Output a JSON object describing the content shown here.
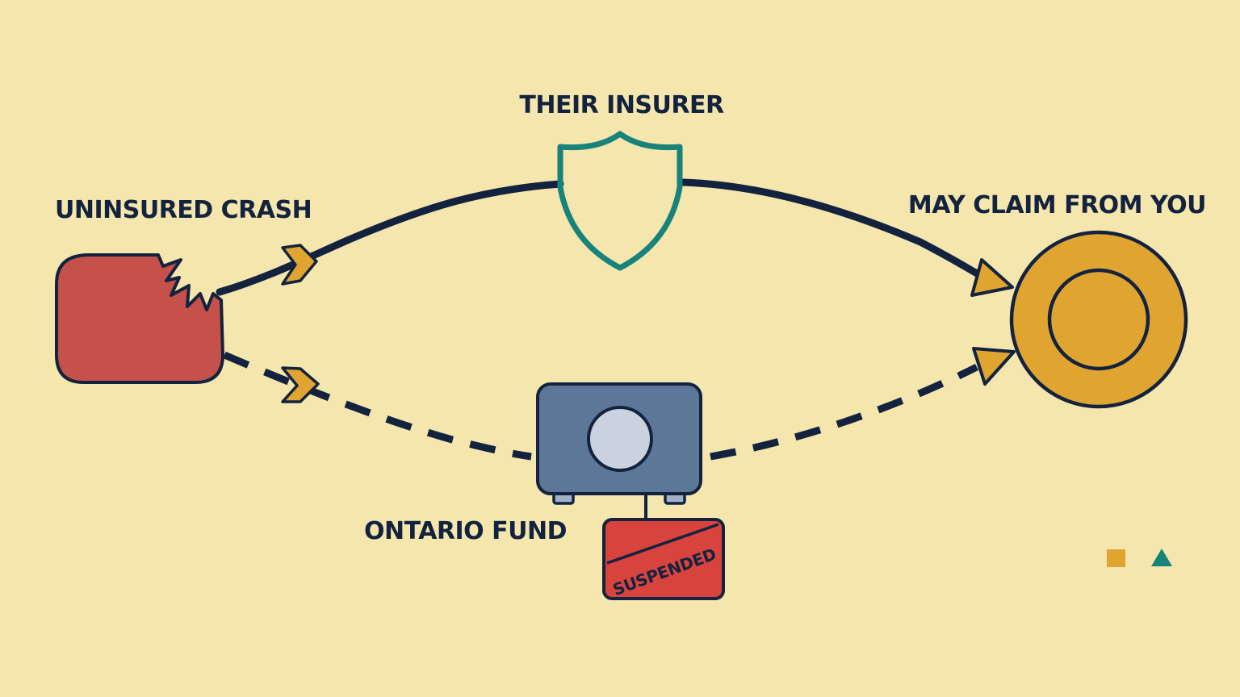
{
  "labels": {
    "source": "UNINSURED CRASH",
    "insurer": "THEIR INSURER",
    "target": "MAY CLAIM FROM YOU",
    "fund": "ONTARIO FUND",
    "fund_status": "SUSPENDED"
  },
  "colors": {
    "background": "#f4e6ac",
    "outline": "#13233f",
    "crash_box": "#c5514a",
    "shield": "#17837a",
    "arrow": "#e0a431",
    "target": "#e0a431",
    "fund_box": "#5c7798",
    "fund_lens": "#c9d2de",
    "status_box": "#d9433d",
    "legend_square": "#e0a431",
    "legend_triangle": "#17837a"
  },
  "icons": {
    "insurer": "shield-icon",
    "fund": "safe-icon",
    "target": "target-icon",
    "legend": [
      "square-icon",
      "triangle-icon"
    ]
  }
}
